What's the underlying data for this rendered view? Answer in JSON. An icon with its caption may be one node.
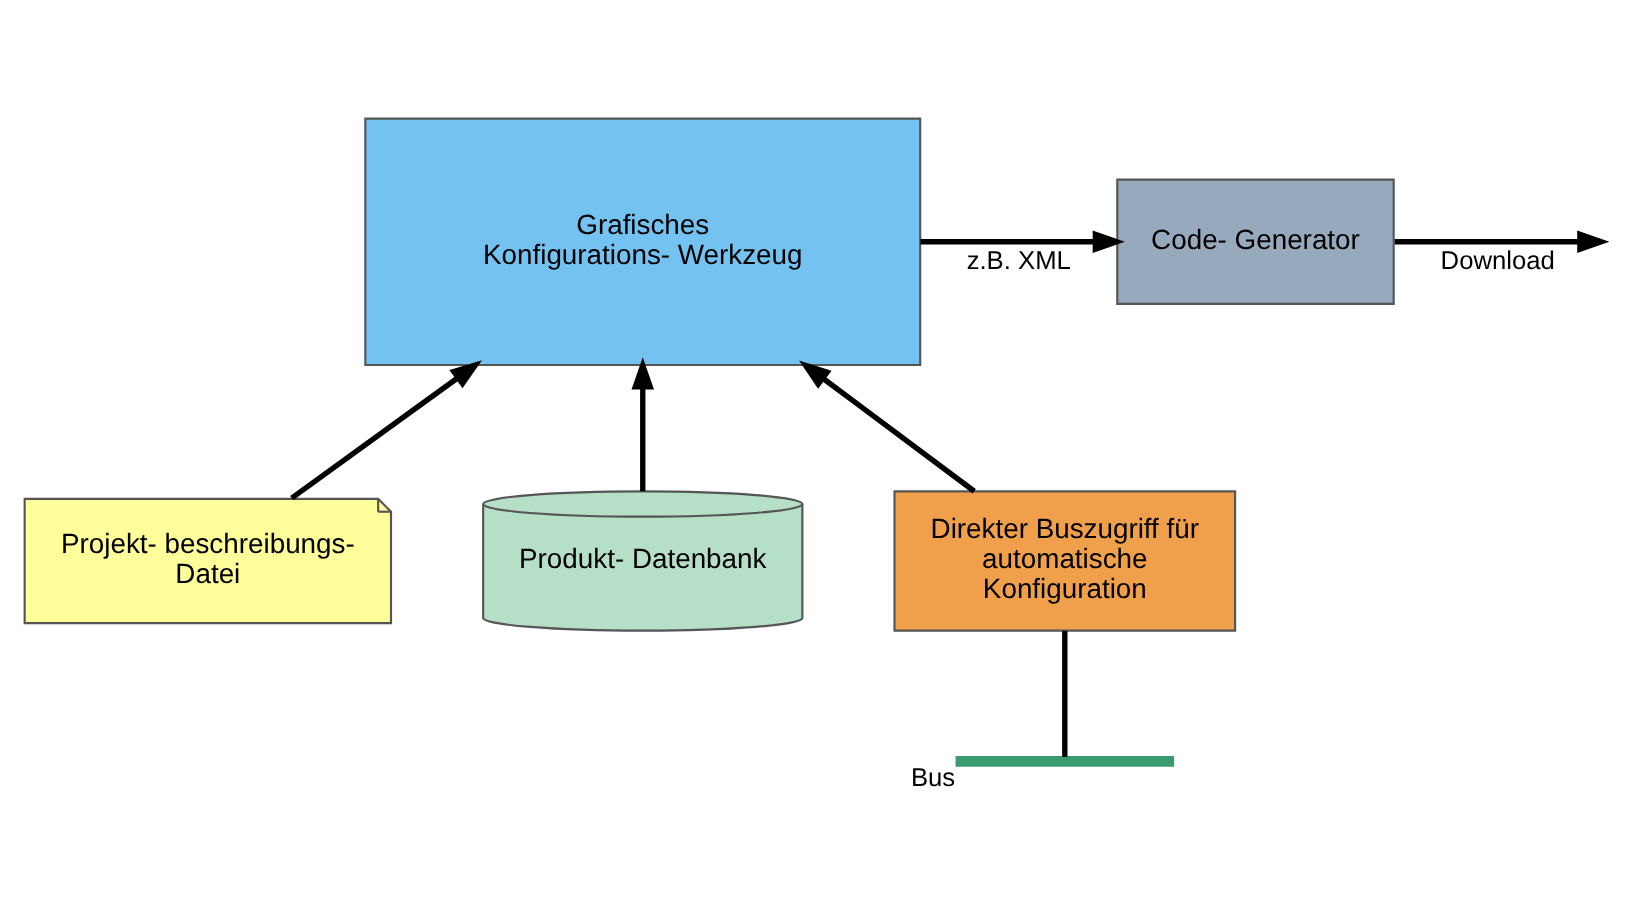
{
  "diagram": {
    "nodes": [
      {
        "text": [
          "Grafisches Konfigurations- Werkzeug"
        ]
      },
      {
        "text": [
          "Code- Generator"
        ]
      },
      {
        "text": [
          "Projekt- beschreibungs- Datei"
        ]
      },
      {
        "text": [
          "Produkt- Datenbank"
        ]
      },
      {
        "text": [
          "Direkter Buszugriff für automatische Konfiguration"
        ]
      },
      {
        "text": [],
        "shape": "bar",
        "beside": [
          "Bus"
        ]
      }
    ],
    "edges": [
      {
        "from": 0,
        "to": 1,
        "arrow": "to",
        "label": "z.B. XML"
      },
      {
        "from": 1,
        "to": null,
        "arrow": "to",
        "label": "Download"
      },
      {
        "from": 2,
        "to": 0,
        "arrow": "to"
      },
      {
        "from": 3,
        "to": 0,
        "arrow": "to"
      },
      {
        "from": 4,
        "to": 0,
        "arrow": "to"
      },
      {
        "from": 4,
        "to": 5,
        "arrow": "none"
      }
    ]
  }
}
